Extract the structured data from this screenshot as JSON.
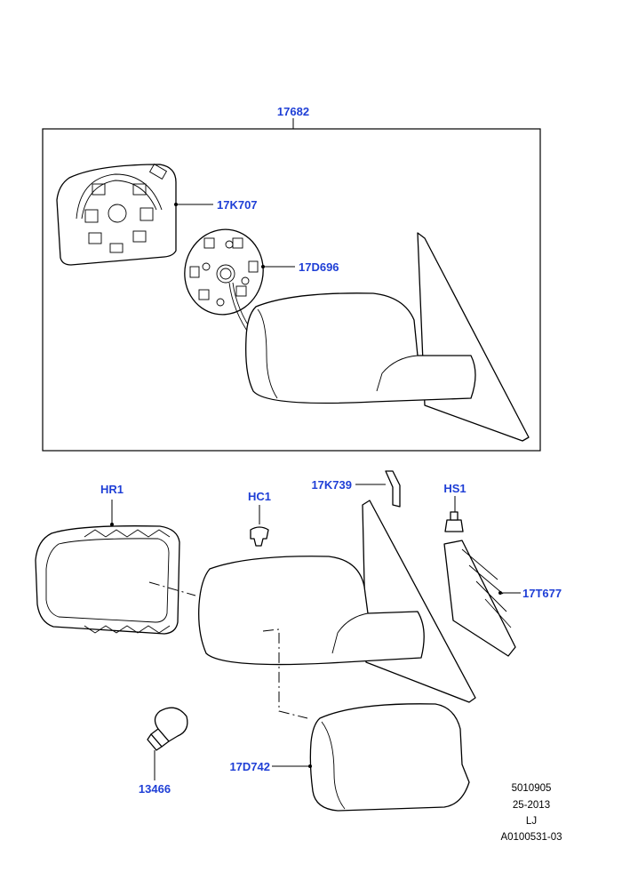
{
  "callouts": {
    "assembly": "17682",
    "glass": "17K707",
    "actuator": "17D696",
    "housing_frame": "HR1",
    "clip": "HC1",
    "seal": "17K739",
    "screw": "HS1",
    "gasket": "17T677",
    "bulb": "13466",
    "cover": "17D742"
  },
  "reference": {
    "line1": "5010905",
    "line2": "25-2013",
    "line3": "LJ",
    "line4": "A0100531-03"
  },
  "colors": {
    "callout_text": "#1f3fd6",
    "line": "#000000",
    "background": "#ffffff"
  }
}
